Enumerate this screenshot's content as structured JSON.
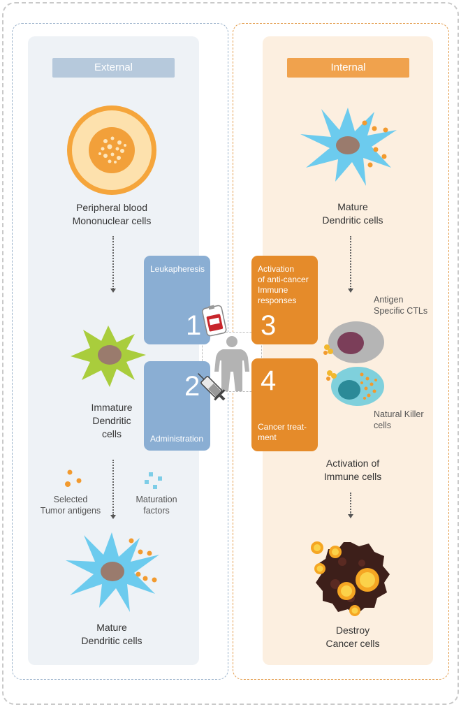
{
  "external": {
    "title": "External",
    "pbmc_label": "Peripheral blood\nMononuclear cells",
    "immature_label": "Immature\nDendritic\ncells",
    "tumor_antigens_label": "Selected\nTumor antigens",
    "maturation_label": "Maturation\nfactors",
    "mature_label": "Mature\nDendritic cells"
  },
  "internal": {
    "title": "Internal",
    "mature_label": "Mature\nDendritic cells",
    "ctl_label": "Antigen\nSpecific CTLs",
    "nk_label": "Natural Killer\ncells",
    "activation_label": "Activation of\nImmune cells",
    "destroy_label": "Destroy\nCancer cells"
  },
  "steps": [
    {
      "number": "1",
      "label": "Leukapheresis"
    },
    {
      "number": "2",
      "label": "Administration"
    },
    {
      "number": "3",
      "label": "Activation\nof anti-cancer\nImmune\nresponses"
    },
    {
      "number": "4",
      "label": "Cancer treat-\nment"
    }
  ],
  "colors": {
    "external_accent": "#8aaed3",
    "internal_accent": "#e58b2a",
    "dendritic_blue": "#6ccbee",
    "immature_green": "#a9cd3c",
    "nucleus_brown": "#9a7b6d"
  }
}
